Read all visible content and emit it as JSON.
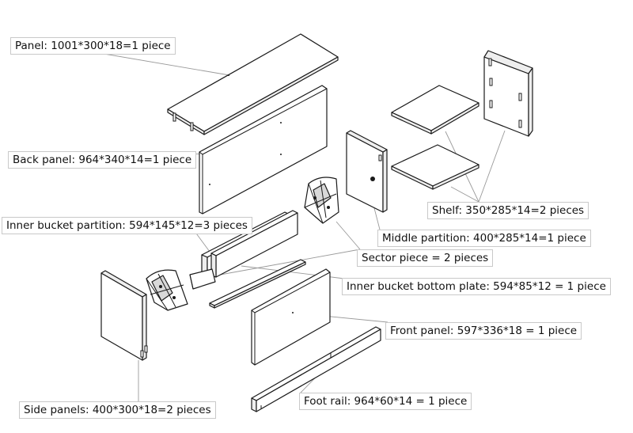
{
  "labels": {
    "panel": "Panel: 1001*300*18=1 piece",
    "back_panel": "Back panel: 964*340*14=1 piece",
    "inner_bucket_partition": "Inner bucket partition: 594*145*12=3 pieces",
    "shelf": "Shelf: 350*285*14=2 pieces",
    "middle_partition": "Middle partition: 400*285*14=1 piece",
    "sector_piece": "Sector piece = 2 pieces",
    "inner_bucket_bottom_plate": "Inner bucket bottom plate: 594*85*12 = 1 piece",
    "front_panel": "Front panel: 597*336*18 = 1 piece",
    "foot_rail": "Foot rail: 964*60*14 = 1 piece",
    "side_panels": "Side panels: 400*300*18=2 pieces"
  },
  "colors": {
    "line": "#1a1a1a",
    "leader": "#9a9a9a",
    "label_border": "#c9c9c9"
  }
}
